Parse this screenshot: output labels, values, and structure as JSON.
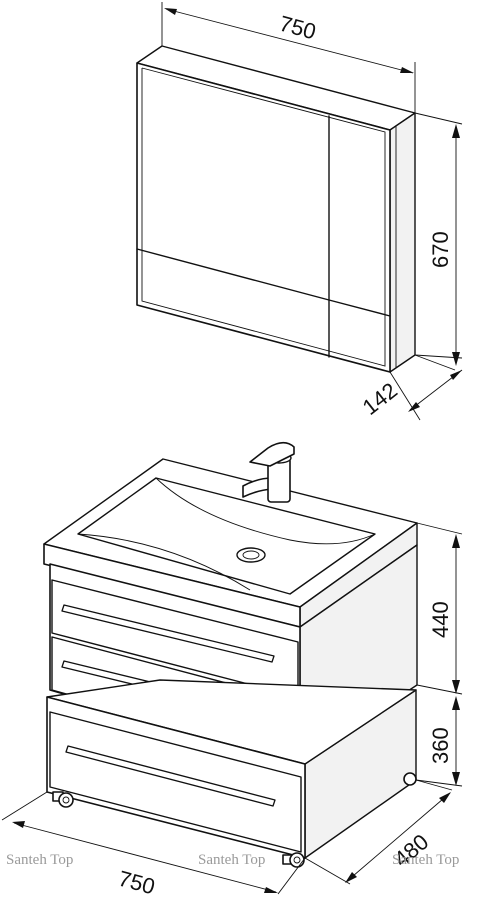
{
  "dimensions": {
    "mirror_width": "750",
    "mirror_height": "670",
    "mirror_depth": "142",
    "vanity_height": "440",
    "base_height": "360",
    "base_depth": "480",
    "base_width": "750"
  },
  "watermarks": [
    "Santeh Top",
    "Santeh Top",
    "Santeh Top"
  ]
}
